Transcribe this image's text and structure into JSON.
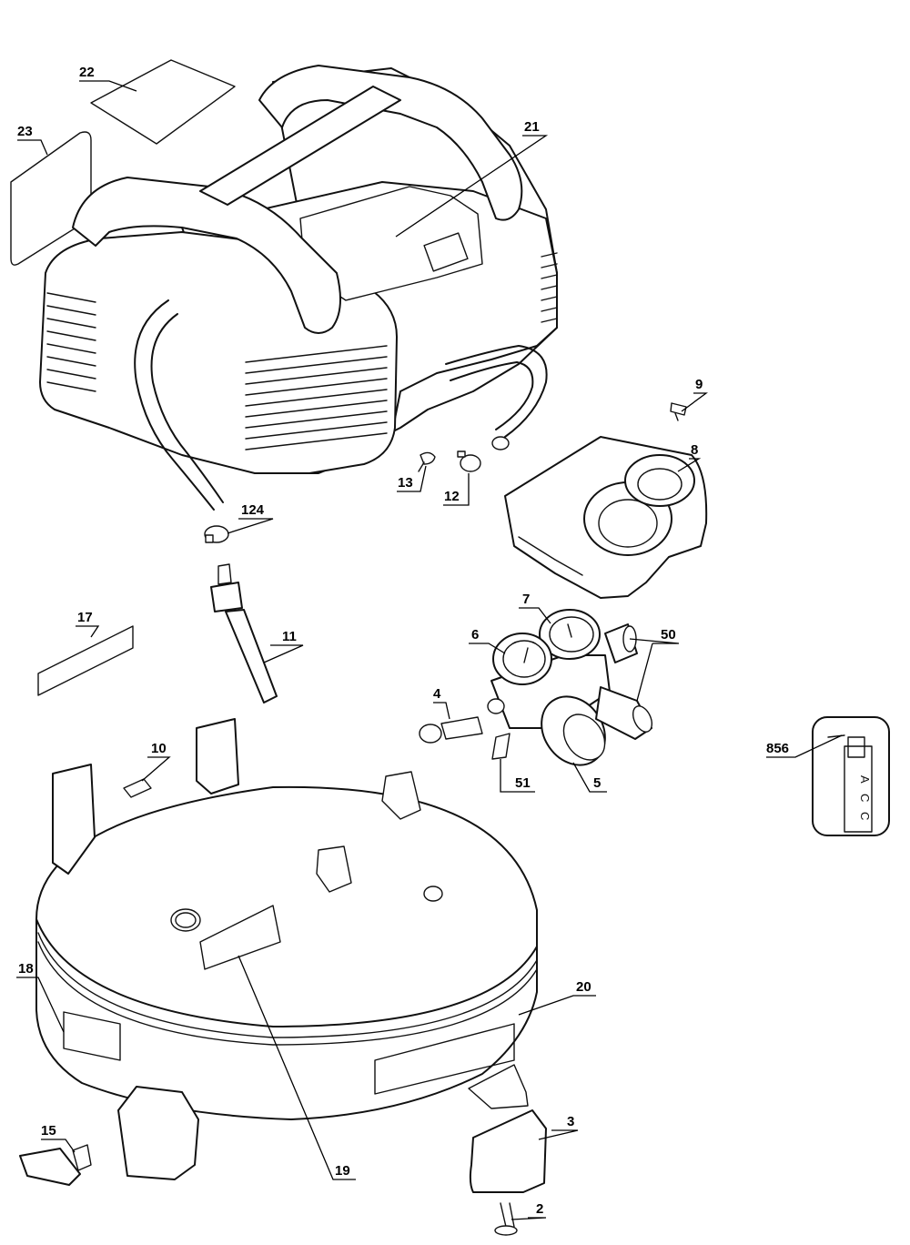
{
  "diagram": {
    "callouts": [
      {
        "id": "p22",
        "label": "22"
      },
      {
        "id": "p23",
        "label": "23"
      },
      {
        "id": "p21",
        "label": "21"
      },
      {
        "id": "p9",
        "label": "9"
      },
      {
        "id": "p8",
        "label": "8"
      },
      {
        "id": "p13",
        "label": "13"
      },
      {
        "id": "p12",
        "label": "12"
      },
      {
        "id": "p124",
        "label": "124"
      },
      {
        "id": "p17",
        "label": "17"
      },
      {
        "id": "p11",
        "label": "11"
      },
      {
        "id": "p7",
        "label": "7"
      },
      {
        "id": "p6",
        "label": "6"
      },
      {
        "id": "p50",
        "label": "50"
      },
      {
        "id": "p4",
        "label": "4"
      },
      {
        "id": "p10",
        "label": "10"
      },
      {
        "id": "p856",
        "label": "856"
      },
      {
        "id": "p51",
        "label": "51"
      },
      {
        "id": "p5",
        "label": "5"
      },
      {
        "id": "p20",
        "label": "20"
      },
      {
        "id": "p18",
        "label": "18"
      },
      {
        "id": "p3",
        "label": "3"
      },
      {
        "id": "p15",
        "label": "15"
      },
      {
        "id": "p19",
        "label": "19"
      },
      {
        "id": "p2",
        "label": "2"
      }
    ],
    "inset_letters": [
      "A",
      "C",
      "C"
    ]
  }
}
